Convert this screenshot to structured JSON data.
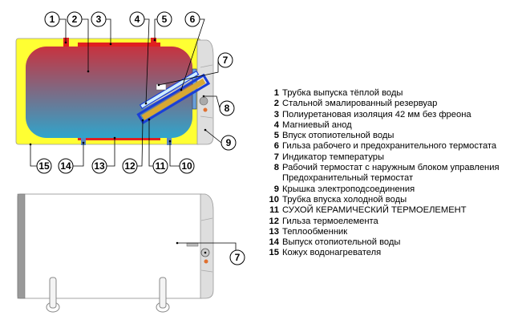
{
  "callouts_top": [
    "1",
    "2",
    "3",
    "4",
    "5",
    "6",
    "7",
    "8",
    "9",
    "10",
    "11",
    "12",
    "13",
    "14",
    "15"
  ],
  "callout_bottom": "7",
  "legend": [
    {
      "num": "1",
      "text": "Трубка выпуска тёплой воды"
    },
    {
      "num": "2",
      "text": "Стальной эмалированный резервуар"
    },
    {
      "num": "3",
      "text": "Полиуретановая изоляция 42 мм без фреона"
    },
    {
      "num": "4",
      "text": "Магниевый анод"
    },
    {
      "num": "5",
      "text": "Впуск отопиотельной воды"
    },
    {
      "num": "6",
      "text": "Гильза рабочего и предохранительного термостата"
    },
    {
      "num": "7",
      "text": "Индикатор температуры"
    },
    {
      "num": "8",
      "text": "Рабочий термостат с наружным блоком управления",
      "cont": "Предохранительный термостат"
    },
    {
      "num": "9",
      "text": "Крышка электроподсоединения"
    },
    {
      "num": "10",
      "text": "Трубка впуска холодной воды"
    },
    {
      "num": "11",
      "text": "СУХОЙ КЕРАМИЧЕСКИЙ ТЕРМОЕЛЕМЕНТ"
    },
    {
      "num": "12",
      "text": "Гильза термоелемента"
    },
    {
      "num": "13",
      "text": "Теплообменник"
    },
    {
      "num": "14",
      "text": "Выпуск отопиотельной воды"
    },
    {
      "num": "15",
      "text": "Кожух водонагревателя"
    }
  ],
  "colors": {
    "insulation": "#ffff33",
    "hot": "#c8323f",
    "cold": "#33a0c8",
    "pipe_hot": "#e02020",
    "pipe_cold": "#4a7fc0",
    "cover": "#dcdcdc"
  }
}
